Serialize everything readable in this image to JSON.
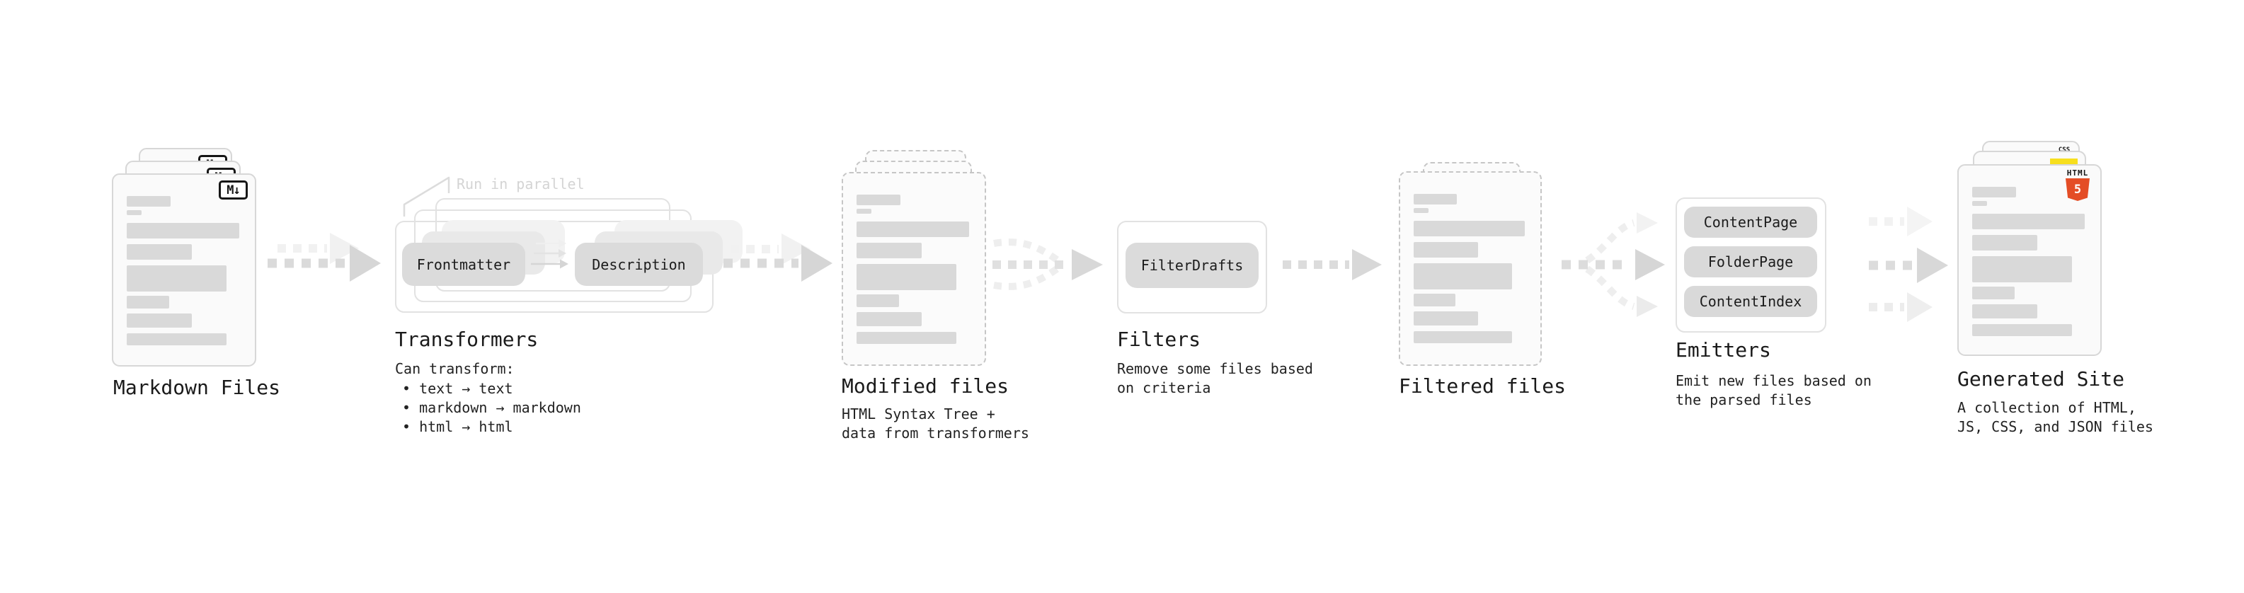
{
  "markdown_files": {
    "label": "Markdown Files",
    "badge": "M↓"
  },
  "transformers": {
    "title": "Transformers",
    "note": "Run in parallel",
    "pill_input": "Frontmatter",
    "pill_output": "Description",
    "desc_heading": "Can transform:",
    "bullets": [
      "• text → text",
      "• markdown → markdown",
      "• html → html"
    ]
  },
  "modified_files": {
    "label": "Modified files",
    "desc": "HTML Syntax Tree +\ndata from transformers"
  },
  "filters": {
    "title": "Filters",
    "pill": "FilterDrafts",
    "desc": "Remove some files based\non criteria"
  },
  "filtered_files": {
    "label": "Filtered files"
  },
  "emitters": {
    "title": "Emitters",
    "pills": [
      "ContentPage",
      "FolderPage",
      "ContentIndex"
    ],
    "desc": "Emit new files based on\nthe parsed files"
  },
  "generated_site": {
    "label": "Generated Site",
    "desc": "A collection of HTML,\nJS, CSS, and JSON files",
    "css_badge": "CSS",
    "html_badge": "HTML",
    "html5_number": "5"
  },
  "colors": {
    "html5_orange": "#e44d26",
    "js_yellow": "#f7df1e",
    "css_blue": "#2965f1",
    "arrow_gray": "#d9d9d9",
    "pill_gray": "#dbdbdb"
  }
}
